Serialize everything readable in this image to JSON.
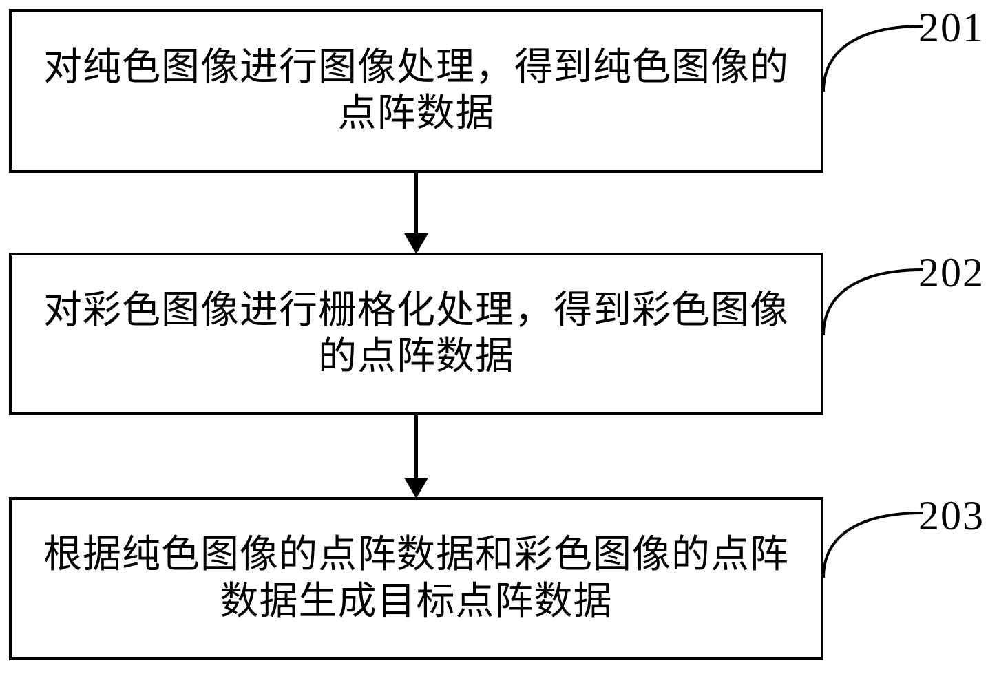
{
  "diagram": {
    "type": "flowchart",
    "background_color": "#ffffff",
    "stroke_color": "#000000",
    "steps": [
      {
        "ref": "201",
        "text": "对纯色图像进行图像处理，得到纯色图像的点阵数据",
        "lines": [
          "对纯色图像进行图像处理，得到纯色图像的",
          "点阵数据"
        ]
      },
      {
        "ref": "202",
        "text": "对彩色图像进行栅格化处理，得到彩色图像的点阵数据",
        "lines": [
          "对彩色图像进行栅格化处理，得到彩色图像",
          "的点阵数据"
        ]
      },
      {
        "ref": "203",
        "text": "根据纯色图像的点阵数据和彩色图像的点阵数据生成目标点阵数据",
        "lines": [
          "根据纯色图像的点阵数据和彩色图像的点阵",
          "数据生成目标点阵数据"
        ]
      }
    ],
    "connectors": [
      {
        "from": "201",
        "to": "202",
        "style": "arrow-down"
      },
      {
        "from": "202",
        "to": "203",
        "style": "arrow-down"
      }
    ]
  }
}
